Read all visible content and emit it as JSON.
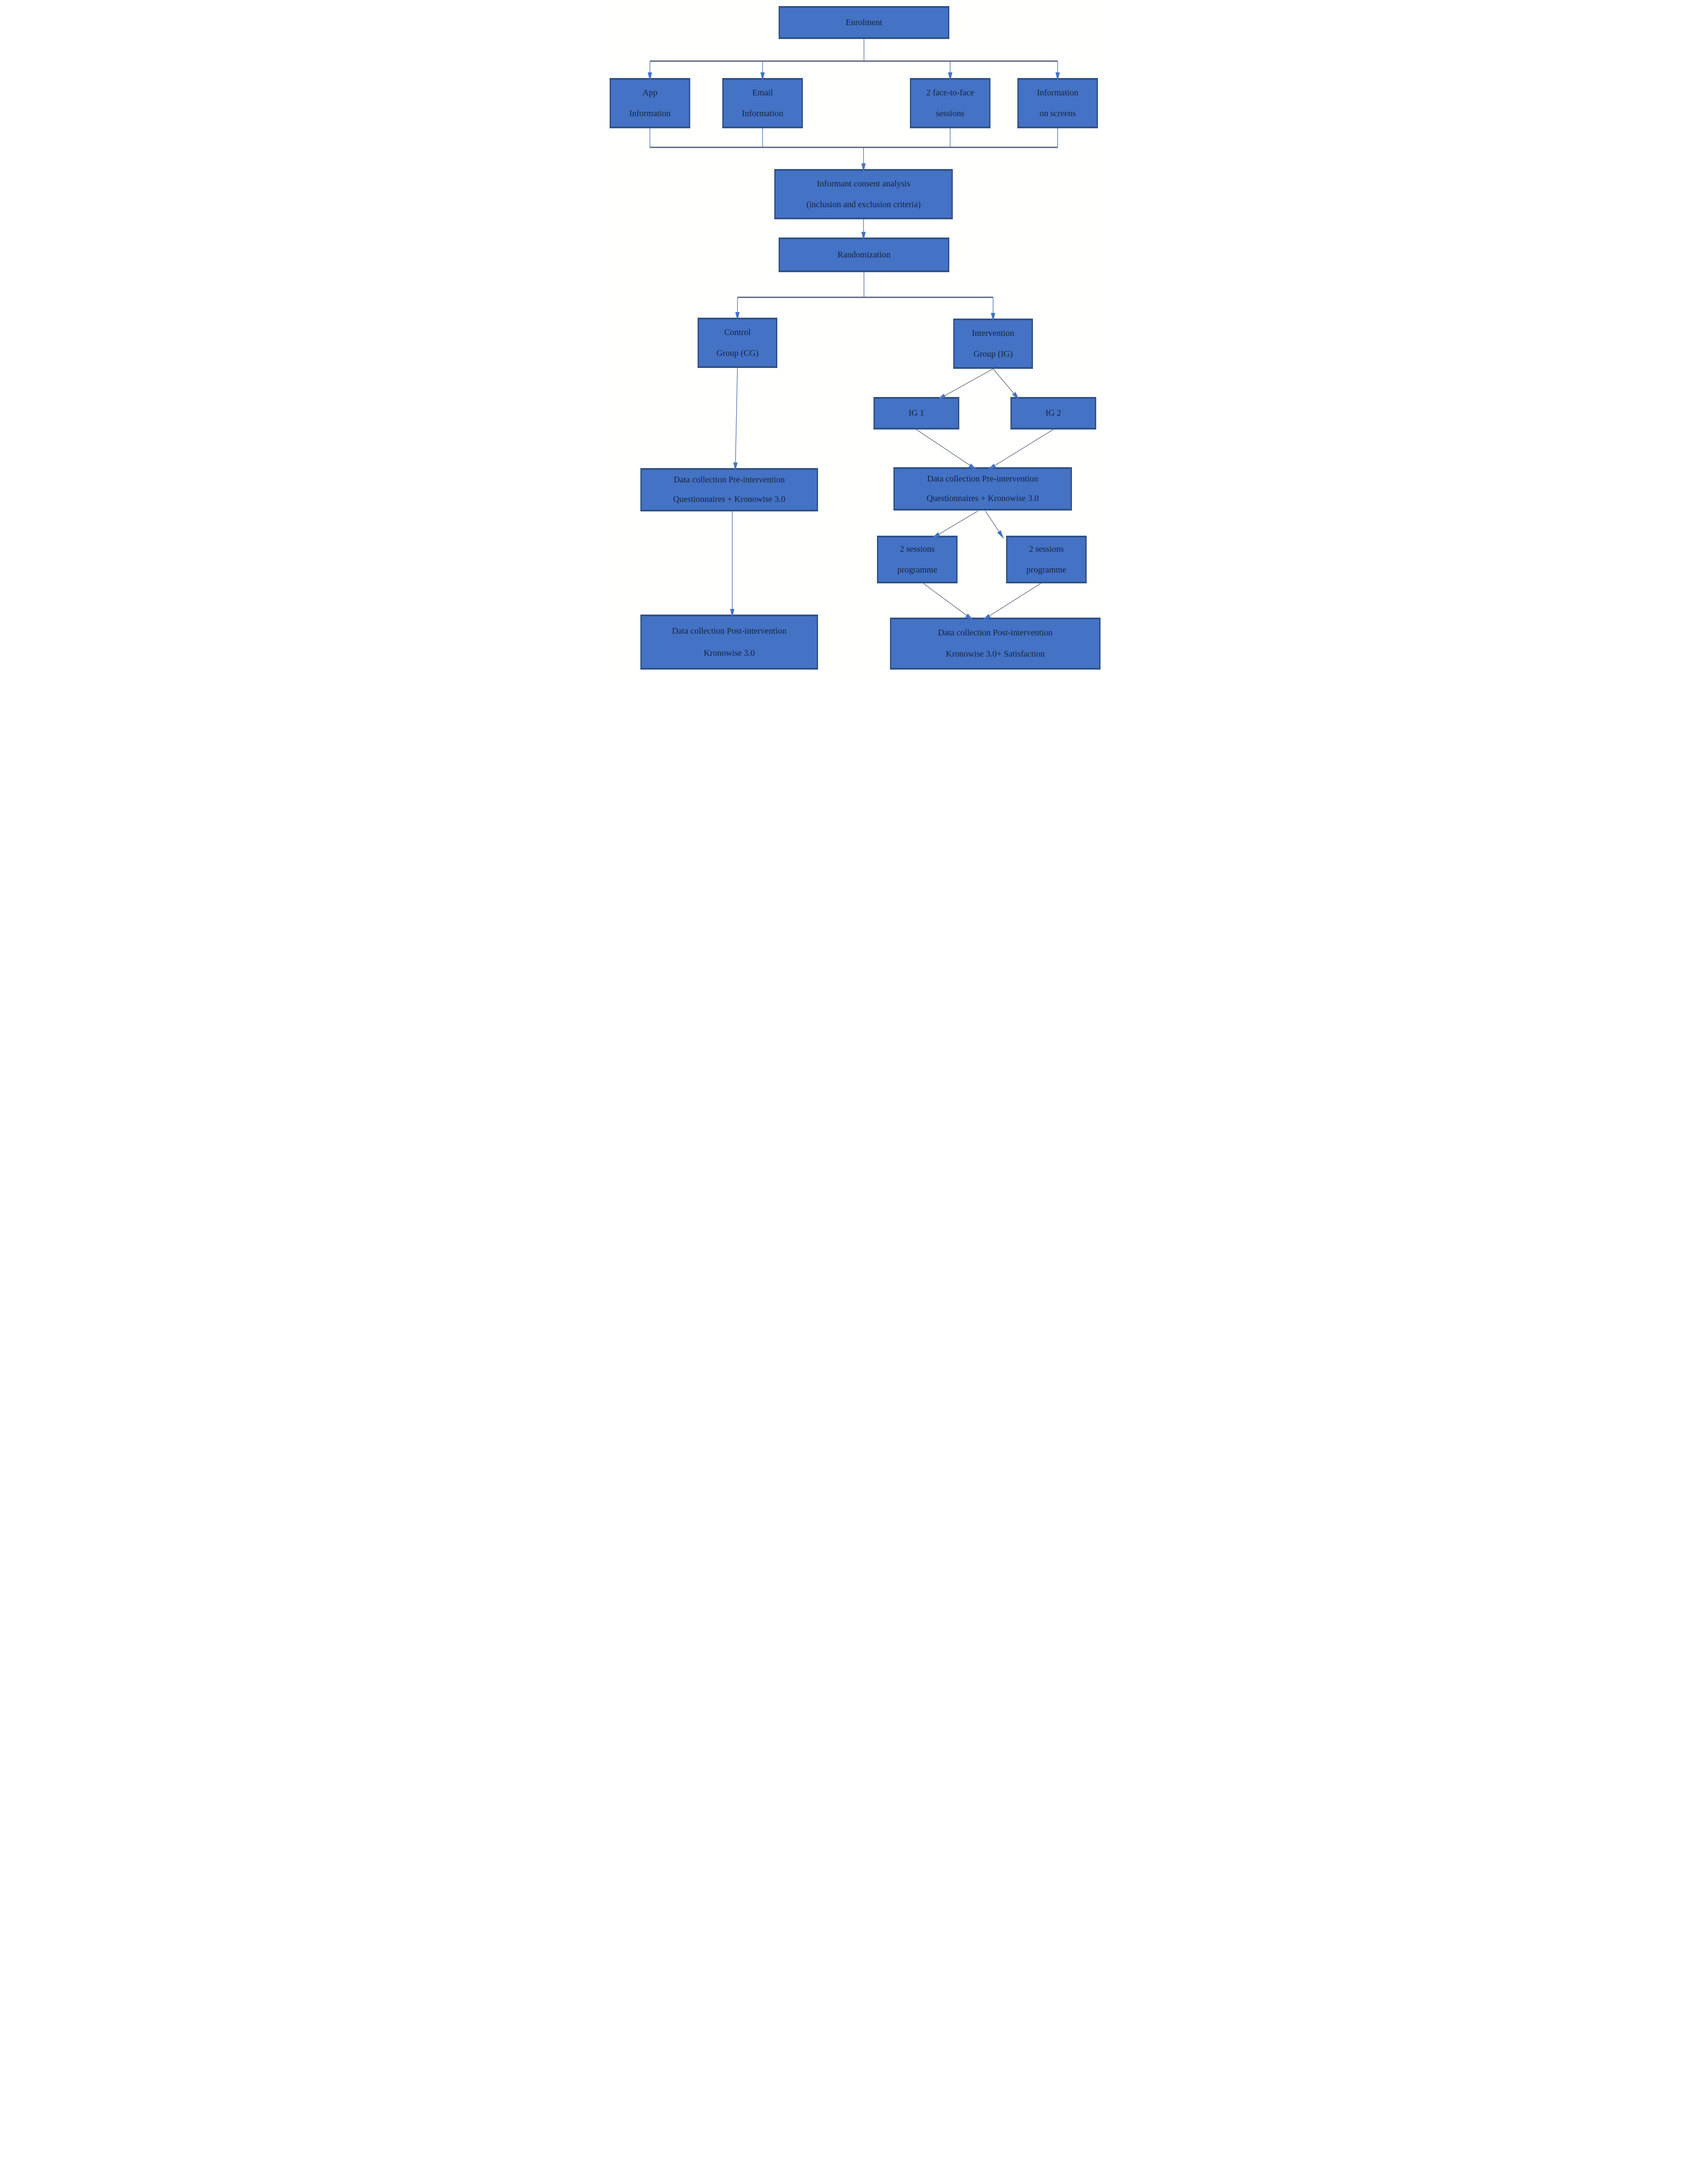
{
  "diagram": {
    "type": "flowchart",
    "nodes": {
      "enrolment": {
        "label": "Enrolment"
      },
      "app_info": {
        "line1": "App",
        "line2": "Information"
      },
      "email_info": {
        "line1": "Email",
        "line2": "Information"
      },
      "face_sessions": {
        "line1": "2 face-to-face",
        "line2": "sessions"
      },
      "info_screens": {
        "line1": "Information",
        "line2": "on screens"
      },
      "consent": {
        "line1": "Informant consent analysis",
        "line2": "(inclusion and exclusion criteria)"
      },
      "randomization": {
        "label": "Randomization"
      },
      "control_group": {
        "line1": "Control",
        "line2": "Group (CG)"
      },
      "intervention_group": {
        "line1": "Intervention",
        "line2": "Group (IG)"
      },
      "ig1": {
        "label": "IG 1"
      },
      "ig2": {
        "label": "IG 2"
      },
      "pre_cg": {
        "line1": "Data collection Pre-intervention",
        "line2": "Questionnaires + Kronowise 3.0"
      },
      "pre_ig": {
        "line1": "Data collection Pre-intervention",
        "line2": "Questionnaires + Kronowise 3.0"
      },
      "sessions_ig1": {
        "line1": "2 sessions",
        "line2": "programme"
      },
      "sessions_ig2": {
        "line1": "2 sessions",
        "line2": "programme"
      },
      "post_cg": {
        "line1": "Data collection Post-intervention",
        "line2": "Kronowise 3.0"
      },
      "post_ig": {
        "line1": "Data collection Post-intervention",
        "line2": "Kronowise 3.0+ Satisfaction"
      }
    },
    "edges": [
      {
        "from": "enrolment",
        "to": "app_info"
      },
      {
        "from": "enrolment",
        "to": "email_info"
      },
      {
        "from": "enrolment",
        "to": "face_sessions"
      },
      {
        "from": "enrolment",
        "to": "info_screens"
      },
      {
        "from": "app_info",
        "to": "consent"
      },
      {
        "from": "email_info",
        "to": "consent"
      },
      {
        "from": "face_sessions",
        "to": "consent"
      },
      {
        "from": "info_screens",
        "to": "consent"
      },
      {
        "from": "consent",
        "to": "randomization"
      },
      {
        "from": "randomization",
        "to": "control_group"
      },
      {
        "from": "randomization",
        "to": "intervention_group"
      },
      {
        "from": "intervention_group",
        "to": "ig1"
      },
      {
        "from": "intervention_group",
        "to": "ig2"
      },
      {
        "from": "ig1",
        "to": "pre_ig"
      },
      {
        "from": "ig2",
        "to": "pre_ig"
      },
      {
        "from": "control_group",
        "to": "pre_cg"
      },
      {
        "from": "pre_ig",
        "to": "sessions_ig1"
      },
      {
        "from": "pre_ig",
        "to": "sessions_ig2"
      },
      {
        "from": "sessions_ig1",
        "to": "post_ig"
      },
      {
        "from": "sessions_ig2",
        "to": "post_ig"
      },
      {
        "from": "pre_cg",
        "to": "post_cg"
      }
    ],
    "colors": {
      "box_fill": "#4472C4",
      "box_border": "#2F5185",
      "text": "#15233F",
      "vertical_line": "#4C70B0",
      "diagonal_line": "#5D6A7D",
      "bus_line": "#55617A",
      "arrowhead": "#4472C4",
      "background": "#FFFFFF"
    }
  }
}
